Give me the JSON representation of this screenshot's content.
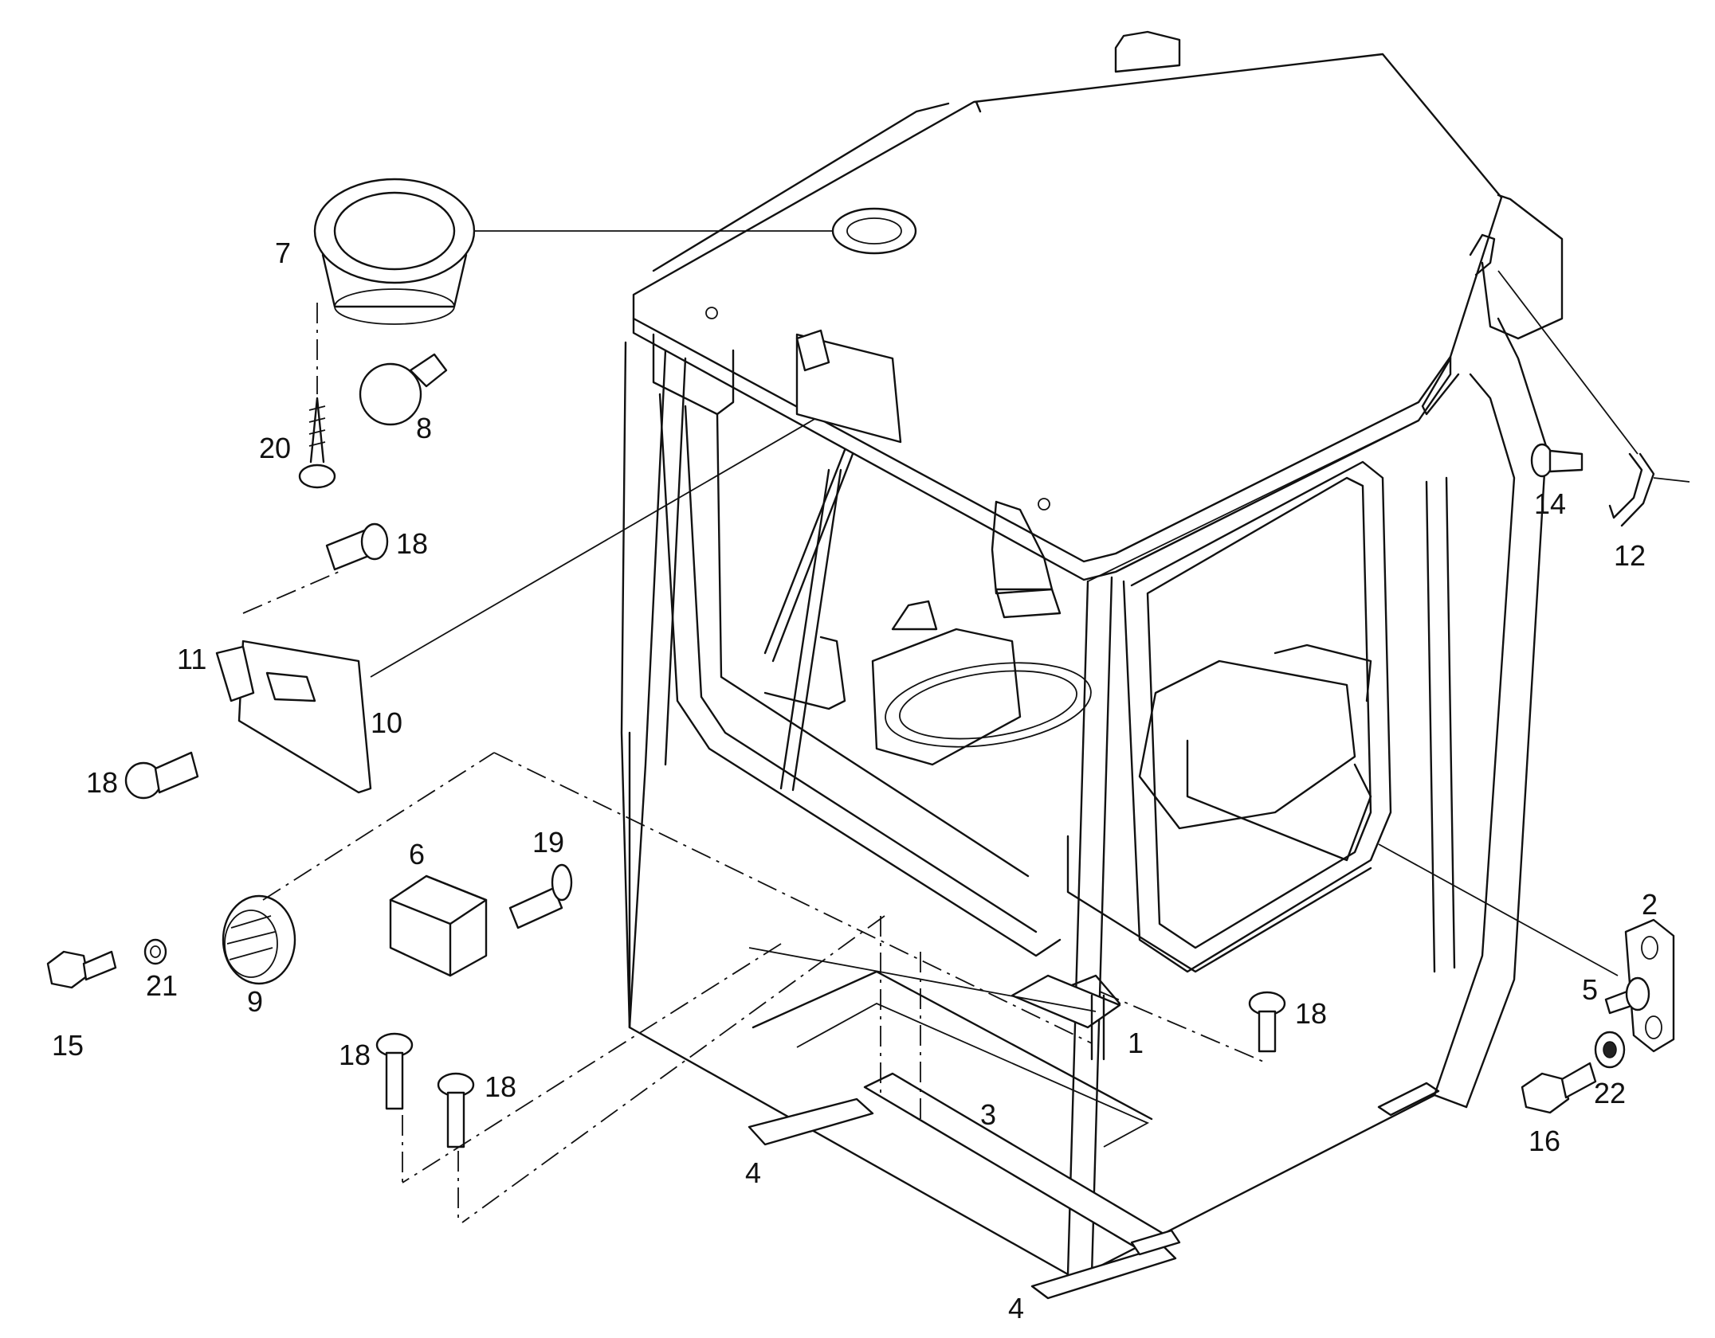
{
  "callouts": [
    {
      "id": "c1",
      "text": "1"
    },
    {
      "id": "c2",
      "text": "2"
    },
    {
      "id": "c3",
      "text": "3"
    },
    {
      "id": "c4a",
      "text": "4"
    },
    {
      "id": "c4b",
      "text": "4"
    },
    {
      "id": "c5",
      "text": "5"
    },
    {
      "id": "c6",
      "text": "6"
    },
    {
      "id": "c7",
      "text": "7"
    },
    {
      "id": "c8",
      "text": "8"
    },
    {
      "id": "c9",
      "text": "9"
    },
    {
      "id": "c10",
      "text": "10"
    },
    {
      "id": "c11",
      "text": "11"
    },
    {
      "id": "c12",
      "text": "12"
    },
    {
      "id": "c14",
      "text": "14"
    },
    {
      "id": "c15",
      "text": "15"
    },
    {
      "id": "c16",
      "text": "16"
    },
    {
      "id": "c18a",
      "text": "18"
    },
    {
      "id": "c18b",
      "text": "18"
    },
    {
      "id": "c18c",
      "text": "18"
    },
    {
      "id": "c18d",
      "text": "18"
    },
    {
      "id": "c18e",
      "text": "18"
    },
    {
      "id": "c19",
      "text": "19"
    },
    {
      "id": "c20",
      "text": "20"
    },
    {
      "id": "c21",
      "text": "21"
    },
    {
      "id": "c22",
      "text": "22"
    }
  ],
  "colors": {
    "ink": "#111111",
    "paper": "#ffffff"
  }
}
